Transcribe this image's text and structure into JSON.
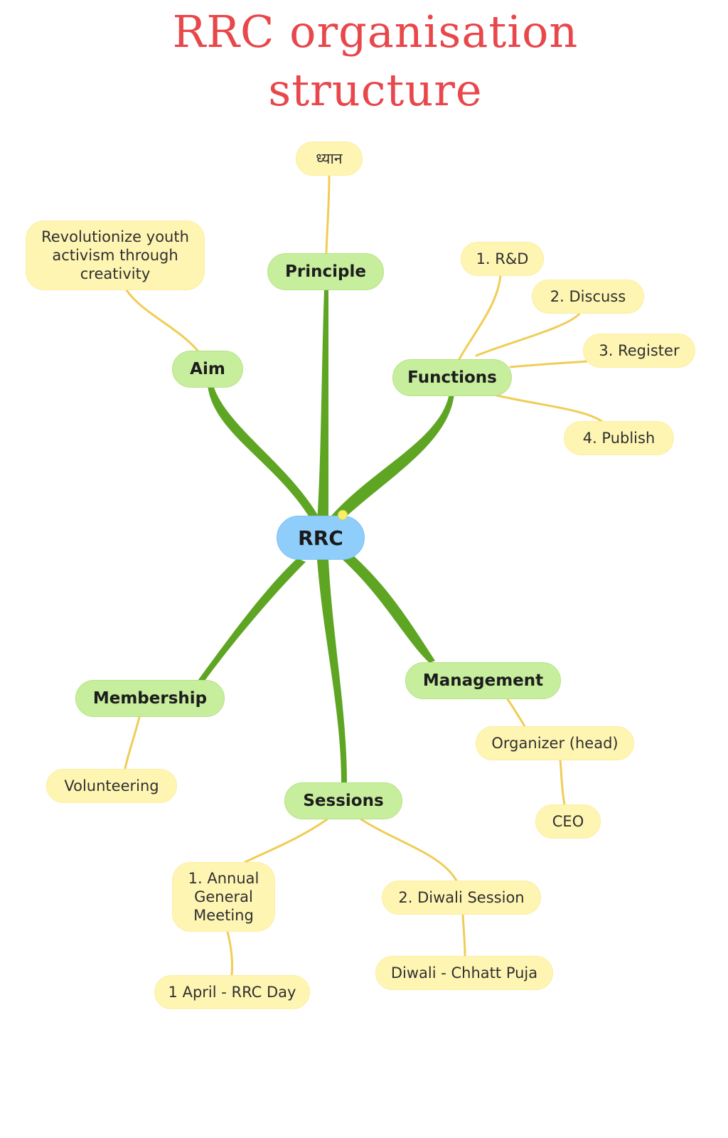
{
  "title": {
    "line1": "RRC organisation",
    "line2": "structure"
  },
  "colors": {
    "title": "#e8474b",
    "root_fill": "#8fcdfa",
    "branch_fill": "#c7ee9d",
    "leaf_fill": "#fff5b3",
    "branch_edge": "#5fa524",
    "leaf_edge": "#f0cd55"
  },
  "root": {
    "label": "RRC"
  },
  "branches": {
    "principle": {
      "label": "Principle",
      "children": [
        "ध्यान"
      ]
    },
    "aim": {
      "label": "Aim",
      "children": [
        "Revolutionize youth activism through creativity"
      ]
    },
    "functions": {
      "label": "Functions",
      "children": [
        "1. R&D",
        "2. Discuss",
        "3. Register",
        "4. Publish"
      ]
    },
    "membership": {
      "label": "Membership",
      "children": [
        "Volunteering"
      ]
    },
    "management": {
      "label": "Management",
      "children": [
        "Organizer (head)",
        "CEO"
      ]
    },
    "sessions": {
      "label": "Sessions",
      "children": [
        "1. Annual General Meeting",
        "2. Diwali Session",
        "1 April - RRC Day",
        "Diwali - Chhatt Puja"
      ]
    }
  }
}
